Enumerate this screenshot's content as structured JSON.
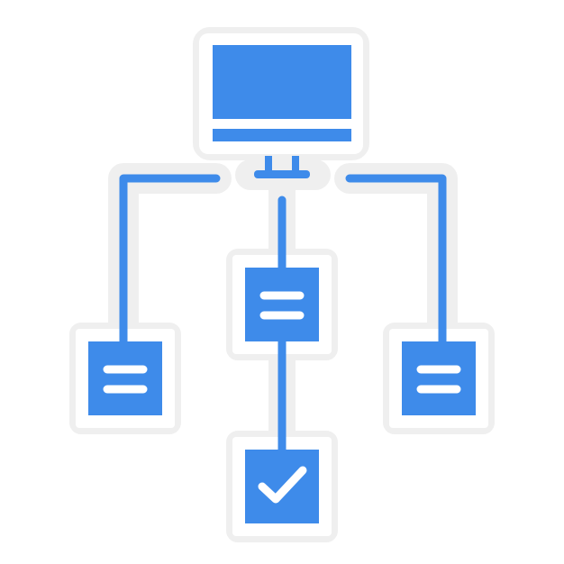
{
  "icon": {
    "name": "workflow-diagram-icon",
    "nodes": [
      {
        "name": "computer-monitor",
        "kind": "monitor"
      },
      {
        "name": "left-document-node",
        "kind": "document"
      },
      {
        "name": "center-document-node",
        "kind": "document"
      },
      {
        "name": "right-document-node",
        "kind": "document"
      },
      {
        "name": "approved-checkbox-node",
        "kind": "checkmark"
      }
    ]
  },
  "colors": {
    "primary": "#3E8BEA",
    "outline": "#EFEFEF",
    "background": "#FFFFFF",
    "glyph": "#FFFFFF"
  }
}
